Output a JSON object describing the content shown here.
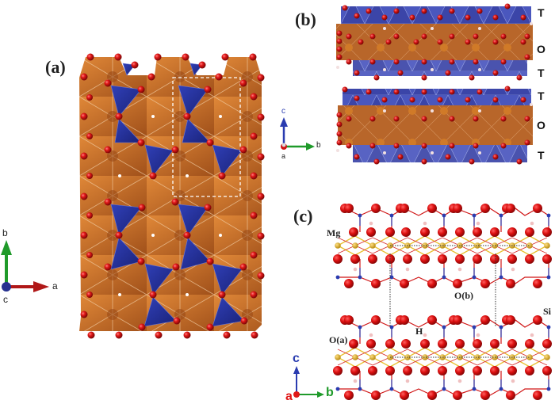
{
  "figure": {
    "panels": [
      {
        "id": "a",
        "label": "(a)",
        "view": "ab-plane polyhedral view",
        "axes": {
          "x": "a",
          "y": "b",
          "out": "c"
        },
        "has_unit_cell_box": true
      },
      {
        "id": "b",
        "label": "(b)",
        "view": "bc-plane layered view",
        "axes": {
          "x": "b",
          "y": "c",
          "out": "a"
        },
        "layer_labels": [
          "T",
          "O",
          "T",
          "T",
          "O",
          "T"
        ]
      },
      {
        "id": "c",
        "label": "(c)",
        "view": "ball-and-stick bc-plane view",
        "axes": {
          "x": "b",
          "y": "c",
          "out": "a"
        },
        "atom_labels": {
          "mg": "Mg",
          "ob": "O(b)",
          "oa": "O(a)",
          "h": "H",
          "si": "Si"
        }
      }
    ],
    "colors": {
      "octahedra": "#c8691e",
      "tetrahedra": "#2a35a0",
      "oxygen": "#d01515",
      "hydrogen": "#f0c8c8",
      "magnesium": "#e0b020",
      "silicon": "#2a3cb0",
      "axis_a": "#b01818",
      "axis_b": "#1f9a2a",
      "axis_c": "#2a3cb0"
    }
  }
}
